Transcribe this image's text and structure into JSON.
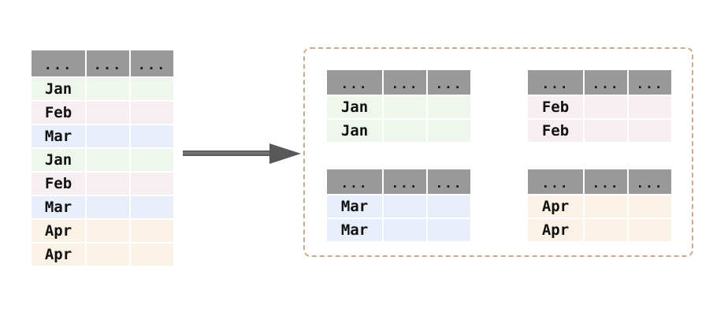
{
  "diagram": {
    "title": "table-split-by-month",
    "header_symbol": "...",
    "colors": {
      "header_bg": "#999999",
      "jan": "#eff6ec",
      "feb": "#f6eef1",
      "mar": "#e9eefb",
      "apr": "#fbf2e6",
      "dashed_border": "#cbab8c",
      "arrow": "#5a5a5a",
      "text": "#111111",
      "page_bg": "#ffffff"
    }
  },
  "source_table": {
    "name": "source-table",
    "columns": [
      "...",
      "...",
      "..."
    ],
    "rows": [
      {
        "label": "Jan",
        "tint": "m-jan"
      },
      {
        "label": "Feb",
        "tint": "m-feb"
      },
      {
        "label": "Mar",
        "tint": "m-mar"
      },
      {
        "label": "Jan",
        "tint": "m-jan"
      },
      {
        "label": "Feb",
        "tint": "m-feb"
      },
      {
        "label": "Mar",
        "tint": "m-mar"
      },
      {
        "label": "Apr",
        "tint": "m-apr"
      },
      {
        "label": "Apr",
        "tint": "m-apr"
      }
    ]
  },
  "arrow": {
    "name": "transform-arrow",
    "direction": "right",
    "label": ""
  },
  "groups": [
    {
      "name": "group-jan",
      "columns": [
        "...",
        "...",
        "..."
      ],
      "tint": "m-jan",
      "rows": [
        "Jan",
        "Jan"
      ]
    },
    {
      "name": "group-feb",
      "columns": [
        "...",
        "...",
        "..."
      ],
      "tint": "m-feb",
      "rows": [
        "Feb",
        "Feb"
      ]
    },
    {
      "name": "group-mar",
      "columns": [
        "...",
        "...",
        "..."
      ],
      "tint": "m-mar",
      "rows": [
        "Mar",
        "Mar"
      ]
    },
    {
      "name": "group-apr",
      "columns": [
        "...",
        "...",
        "..."
      ],
      "tint": "m-apr",
      "rows": [
        "Apr",
        "Apr"
      ]
    }
  ]
}
